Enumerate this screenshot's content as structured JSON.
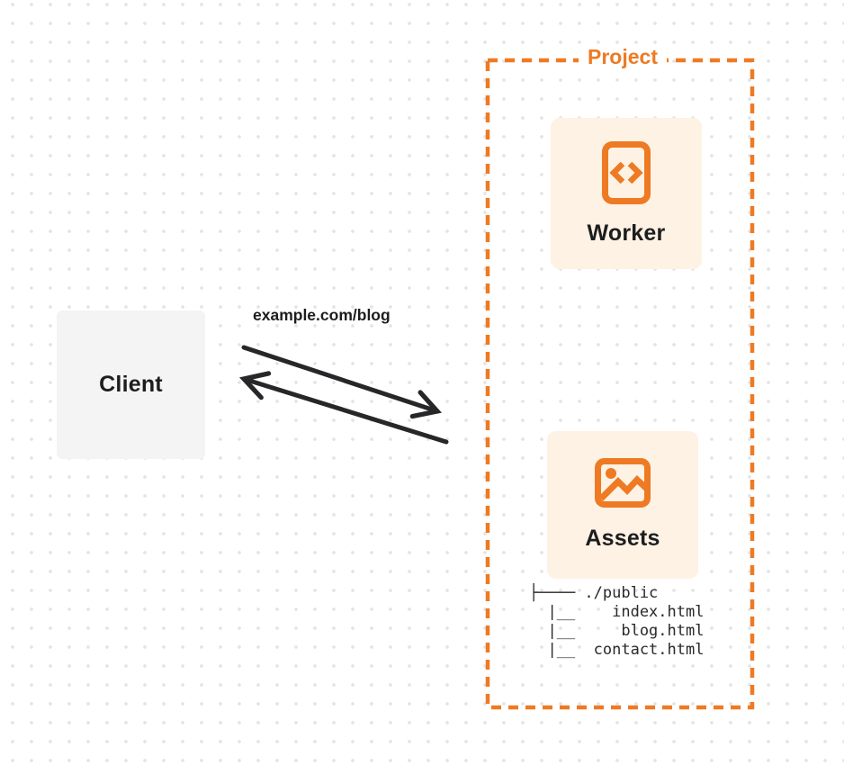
{
  "diagram": {
    "client": {
      "label": "Client"
    },
    "request_label": "example.com/blog",
    "project": {
      "label": "Project",
      "worker": {
        "label": "Worker",
        "icon": "code-icon"
      },
      "assets": {
        "label": "Assets",
        "icon": "image-icon"
      },
      "file_tree": {
        "root": "./public",
        "files": [
          "index.html",
          "blog.html",
          "contact.html"
        ],
        "render_lines": [
          "├──── ./public",
          "  |__    index.html",
          "  |__     blog.html",
          "  |__  contact.html"
        ]
      }
    },
    "colors": {
      "accent_orange": "#ee7a23",
      "card_background": "#fdf2e4",
      "client_background": "#f4f4f5",
      "text_dark": "#1d1d20",
      "arrow": "#27272a",
      "dot_grid": "#e4e4e7"
    }
  }
}
